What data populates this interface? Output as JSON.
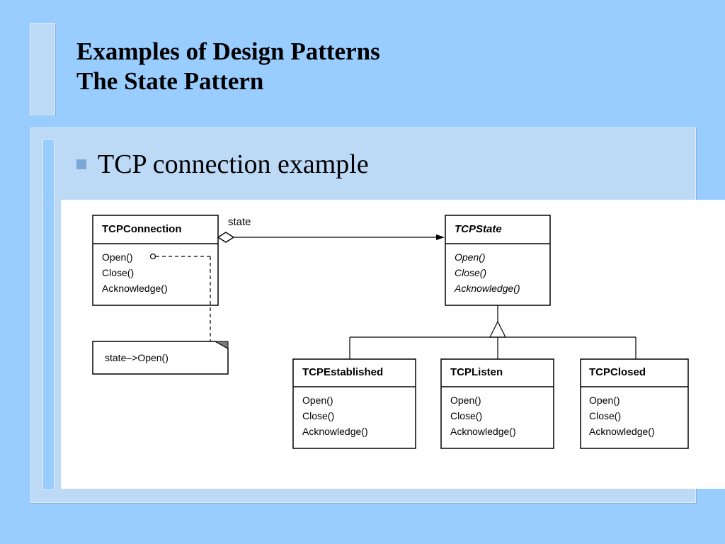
{
  "slide": {
    "title_line1": "Examples of Design Patterns",
    "title_line2": "The State Pattern",
    "bullet": "TCP connection example"
  },
  "diagram": {
    "association_label": "state",
    "note_text": "state–>Open()",
    "classes": {
      "connection": {
        "name": "TCPConnection",
        "ops": [
          "Open()",
          "Close()",
          "Acknowledge()"
        ]
      },
      "state": {
        "name": "TCPState",
        "ops": [
          "Open()",
          "Close()",
          "Acknowledge()"
        ]
      },
      "established": {
        "name": "TCPEstablished",
        "ops": [
          "Open()",
          "Close()",
          "Acknowledge()"
        ]
      },
      "listen": {
        "name": "TCPListen",
        "ops": [
          "Open()",
          "Close()",
          "Acknowledge()"
        ]
      },
      "closed": {
        "name": "TCPClosed",
        "ops": [
          "Open()",
          "Close()",
          "Acknowledge()"
        ]
      }
    }
  },
  "colors": {
    "background": "#99ccff",
    "panel": "#bcd9f6",
    "bullet_mark": "#7aa7d6",
    "diagram_bg": "#ffffff"
  }
}
